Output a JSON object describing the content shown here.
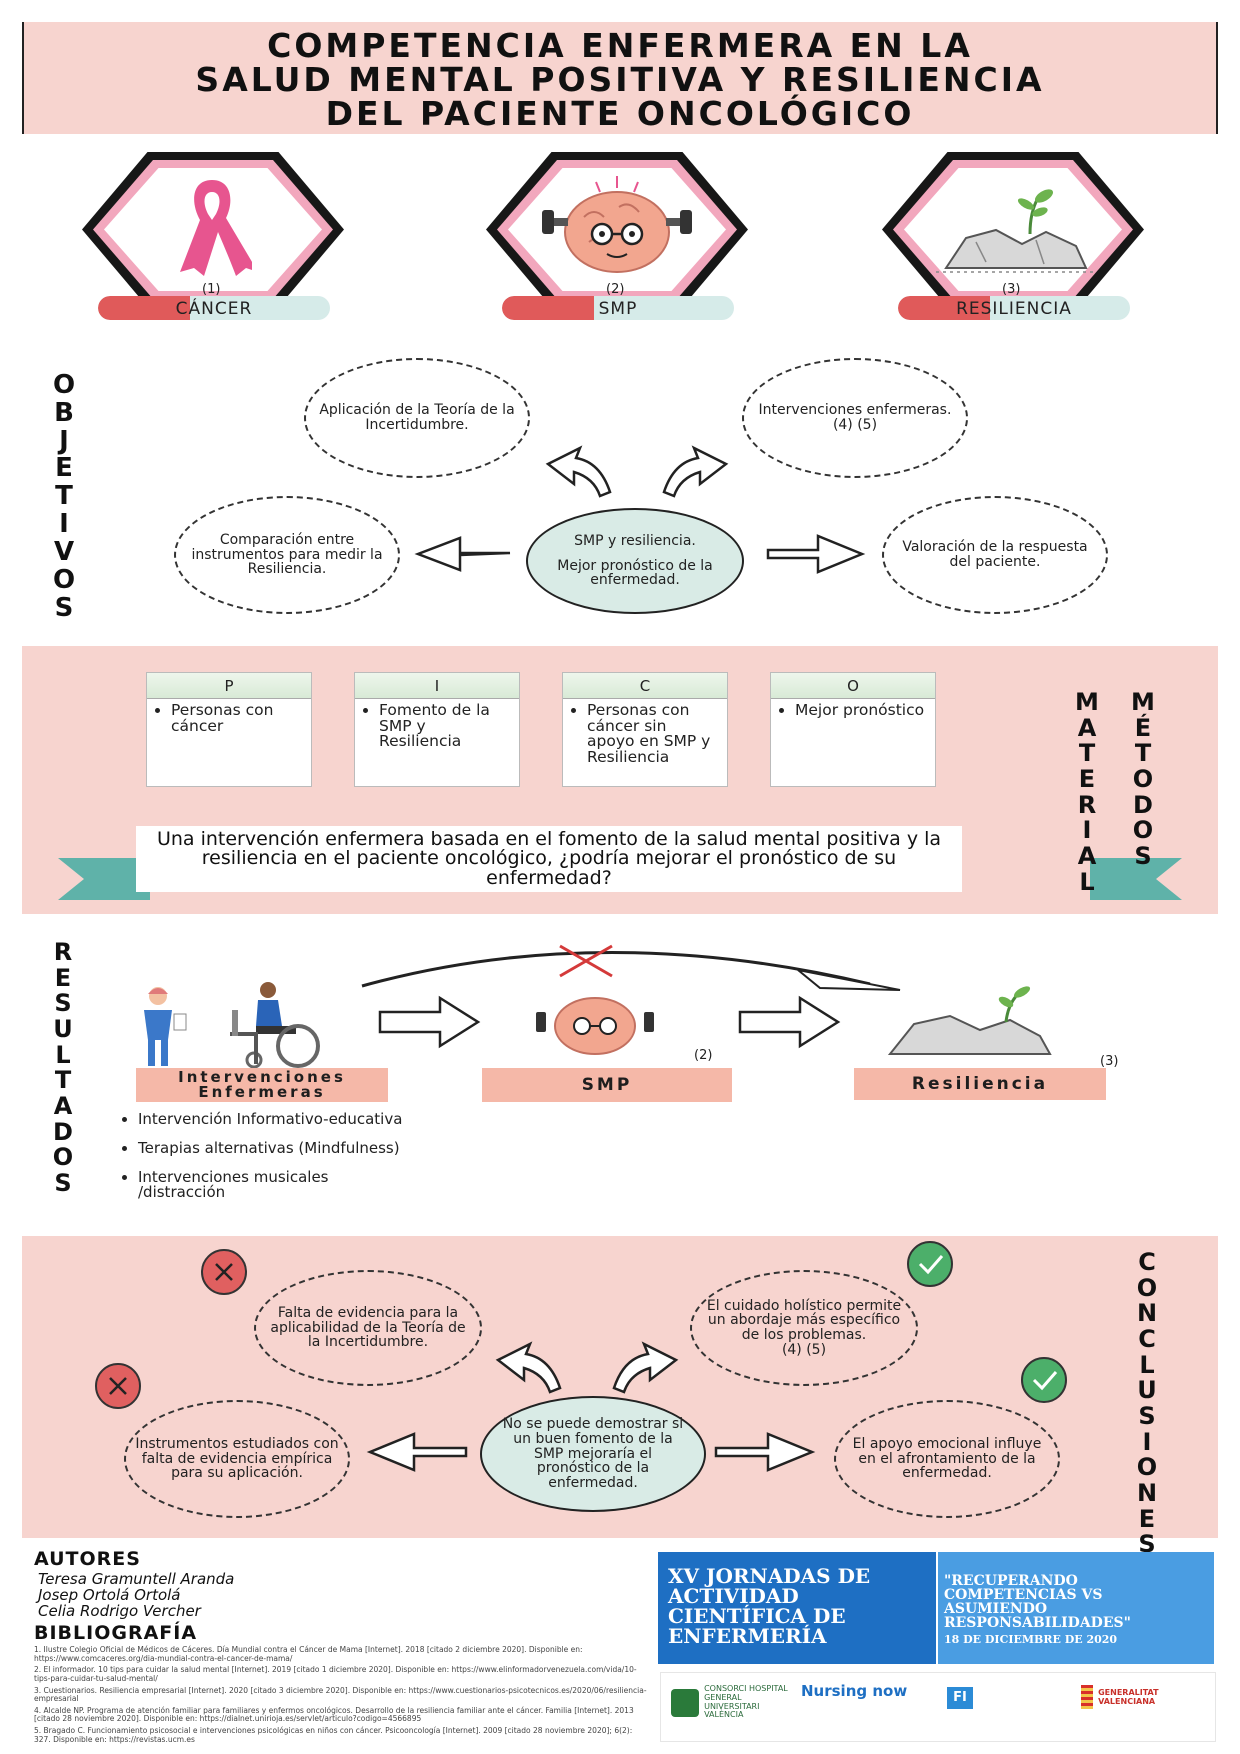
{
  "title": {
    "line1": "COMPETENCIA ENFERMERA EN LA",
    "line2": "SALUD MENTAL POSITIVA Y RESILIENCIA",
    "line3": "DEL PACIENTE ONCOLÓGICO"
  },
  "hexagons": [
    {
      "ref": "(1)",
      "label": "CÁNCER",
      "icon": "pink-ribbon-icon"
    },
    {
      "ref": "(2)",
      "label": "SMP",
      "icon": "brain-lifting-weights-icon"
    },
    {
      "ref": "(3)",
      "label": "RESILIENCIA",
      "icon": "plant-growing-from-rock-icon"
    }
  ],
  "objetivos": {
    "heading": "OBJETIVOS",
    "top_left": "Aplicación de la Teoría de la Incertidumbre.",
    "top_right_line1": "Intervenciones enfermeras.",
    "top_right_line2": "(4) (5)",
    "left": "Comparación entre instrumentos para medir la Resiliencia.",
    "right": "Valoración de la respuesta del paciente.",
    "center_line1": "SMP y resiliencia.",
    "center_line2": "Mejor pronóstico de la enfermedad."
  },
  "metodos": {
    "heading1": "MATERIAL",
    "heading2": "MÉTODOS",
    "pico": [
      {
        "letter": "P",
        "text": "Personas con cáncer"
      },
      {
        "letter": "I",
        "text": "Fomento de la SMP y Resiliencia"
      },
      {
        "letter": "C",
        "text": "Personas con cáncer sin apoyo en SMP y Resiliencia"
      },
      {
        "letter": "O",
        "text": "Mejor pronóstico"
      }
    ],
    "question": "Una intervención enfermera basada en el fomento de la salud mental positiva y la resiliencia en el paciente oncológico, ¿podría mejorar el pronóstico de su enfermedad?"
  },
  "resultados": {
    "heading": "RESULTADOS",
    "box1": "Intervenciones Enfermeras",
    "box2": "SMP",
    "box2_ref": "(2)",
    "box3": "Resiliencia",
    "box3_ref": "(3)",
    "items": [
      "Intervención Informativo-educativa",
      "Terapias alternativas (Mindfulness)",
      "Intervenciones musicales /distracción"
    ]
  },
  "conclusiones": {
    "heading": "CONCLUSIONES",
    "top_left": "Falta de evidencia para la aplicabilidad de la Teoría de la Incertidumbre.",
    "top_right_line1": "El cuidado holístico permite un abordaje más específico de los problemas.",
    "top_right_line2": "(4) (5)",
    "left": "Instrumentos estudiados con falta de evidencia empírica para su aplicación.",
    "right": "El apoyo emocional influye en el afrontamiento de la enfermedad.",
    "center": "No se puede demostrar si un buen fomento de la SMP mejoraría el pronóstico de la enfermedad."
  },
  "autores": {
    "heading": "AUTORES",
    "names": [
      "Teresa Gramuntell Aranda",
      "Josep Ortolá Ortolá",
      "Celia Rodrigo Vercher"
    ]
  },
  "bibliografia": {
    "heading": "BIBLIOGRAFÍA",
    "refs": [
      "1. Ilustre Colegio Oficial de Médicos de Cáceres. Día Mundial contra el Cáncer de Mama [Internet]. 2018 [citado 2 diciembre 2020]. Disponible en: https://www.comcaceres.org/dia-mundial-contra-el-cancer-de-mama/",
      "2. El informador. 10 tips para cuidar la salud mental [Internet]. 2019 [citado 1 diciembre 2020]. Disponible en: https://www.elinformadorvenezuela.com/vida/10-tips-para-cuidar-tu-salud-mental/",
      "3. Cuestionarios. Resiliencia empresarial [Internet]. 2020 [citado 3 diciembre 2020]. Disponible en: https://www.cuestionarios-psicotecnicos.es/2020/06/resiliencia-empresarial",
      "4. Alcalde NP. Programa de atención familiar para familiares y enfermos oncológicos. Desarrollo de la resiliencia familiar ante el cáncer. Familia [Internet]. 2013 [citado 28 noviembre 2020]. Disponible en: https://dialnet.unirioja.es/servlet/articulo?codigo=4566895",
      "5. Bragado C. Funcionamiento psicosocial e intervenciones psicológicas en niños con cáncer. Psicooncología [Internet]. 2009 [citado 28 noviembre 2020]; 6(2): 327. Disponible en: https://revistas.ucm.es"
    ]
  },
  "jornadas": {
    "left": "XV JORNADAS DE ACTIVIDAD CIENTÍFICA DE ENFERMERÍA",
    "right_quote": "\"RECUPERANDO COMPETENCIAS VS ASUMIENDO RESPONSABILIDADES\"",
    "right_date": "18 DE DICIEMBRE DE 2020"
  },
  "logos": [
    {
      "name": "consorci-hospital-general-logo",
      "text": "CONSORCI HOSPITAL GENERAL UNIVERSITARI VALÈNCIA"
    },
    {
      "name": "nursing-now-logo",
      "text": "Nursing now"
    },
    {
      "name": "fundacion-investigacion-logo",
      "text": "FI"
    },
    {
      "name": "generalitat-valenciana-logo",
      "text": "GENERALITAT VALENCIANA"
    }
  ],
  "colors": {
    "band_pink": "#f7d4cf",
    "hex_pink": "#f2a7bd",
    "center_mint": "#d9ebe6",
    "result_salmon": "#f5b8a8",
    "journal_blue": "#1e6fc3",
    "journal_blue_light": "#4a9de2"
  }
}
